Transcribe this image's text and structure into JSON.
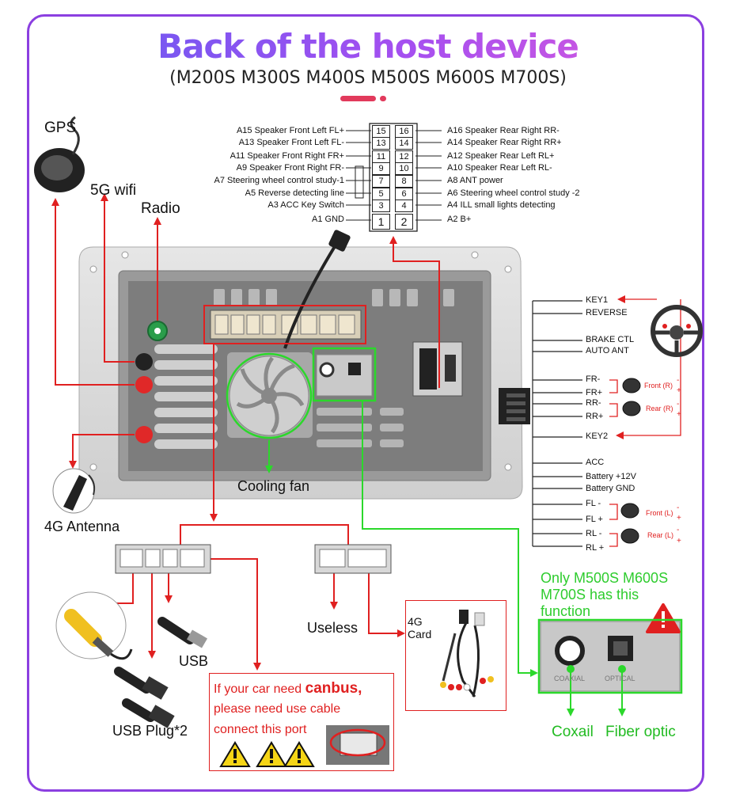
{
  "title": "Back of the host device",
  "subtitle": "(M200S M300S M400S M500S M600S M700S)",
  "labels": {
    "gps": "GPS",
    "wifi": "5G wifi",
    "radio": "Radio",
    "antenna_4g": "4G Antenna",
    "cooling_fan": "Cooling fan",
    "usb": "USB",
    "usb_plug": "USB Plug*2",
    "useless": "Useless",
    "card_4g_line1": "4G",
    "card_4g_line2": "Card",
    "coaxial": "Coxail",
    "fiber_optic": "Fiber optic",
    "function_note_line1": "Only M500S M600S",
    "function_note_line2": "M700S has this",
    "function_note_line3": "function",
    "canbus_line1_a": "If your car need ",
    "canbus_line1_b": "canbus,",
    "canbus_line2": "please need use cable",
    "canbus_line3": "connect this port",
    "coaxial_port_text": "COAXIAL",
    "optical_port_text": "OPTICAL"
  },
  "pins_left": [
    {
      "label": "A15  Speaker Front Left FL+",
      "num": "15"
    },
    {
      "label": "A13  Speaker Front Left FL-",
      "num": "13"
    },
    {
      "label": "A11  Speaker Front Right FR+",
      "num": "11"
    },
    {
      "label": "A9    Speaker Front Right FR-",
      "num": "9"
    },
    {
      "label": "A7   Steering wheel control study-1",
      "num": "7"
    },
    {
      "label": "A5    Reverse detecting line",
      "num": "5"
    },
    {
      "label": "A3 ACC Key Switch",
      "num": "3"
    },
    {
      "label": "A1 GND",
      "num": "1"
    }
  ],
  "pins_right": [
    {
      "label": "A16 Speaker Rear Right RR-",
      "num": "16"
    },
    {
      "label": "A14 Speaker Rear Right RR+",
      "num": "14"
    },
    {
      "label": "A12 Speaker Rear Left RL+",
      "num": "12"
    },
    {
      "label": "A10 Speaker Rear Left RL-",
      "num": "10"
    },
    {
      "label": "A8   ANT power",
      "num": "8"
    },
    {
      "label": "A6   Steering wheel control study -2",
      "num": "6"
    },
    {
      "label": "A4   ILL small lights detecting",
      "num": "4"
    },
    {
      "label": "A2   B+",
      "num": "2"
    }
  ],
  "wires": {
    "key1": "KEY1",
    "reverse": "REVERSE",
    "brake": "BRAKE CTL",
    "auto_ant": "AUTO ANT",
    "fr_minus": "FR-",
    "fr_plus": "FR+",
    "rr_minus": "RR-",
    "rr_plus": "RR+",
    "key2": "KEY2",
    "acc": "ACC",
    "battery_12v": "Battery +12V",
    "battery_gnd": "Battery GND",
    "fl_minus": "FL -",
    "fl_plus": "FL +",
    "rl_minus": "RL -",
    "rl_plus": "RL +",
    "front_r": "Front (R)",
    "rear_r": "Rear (R)",
    "front_l": "Front (L)",
    "rear_l": "Rear (L)",
    "minus": "-",
    "plus": "+"
  },
  "colors": {
    "frame": "#8b3fe0",
    "arrow_red": "#e02020",
    "highlight_green": "#2bd82b",
    "note_green": "#2ecc2e",
    "dash_pink": "#e23a5c"
  }
}
